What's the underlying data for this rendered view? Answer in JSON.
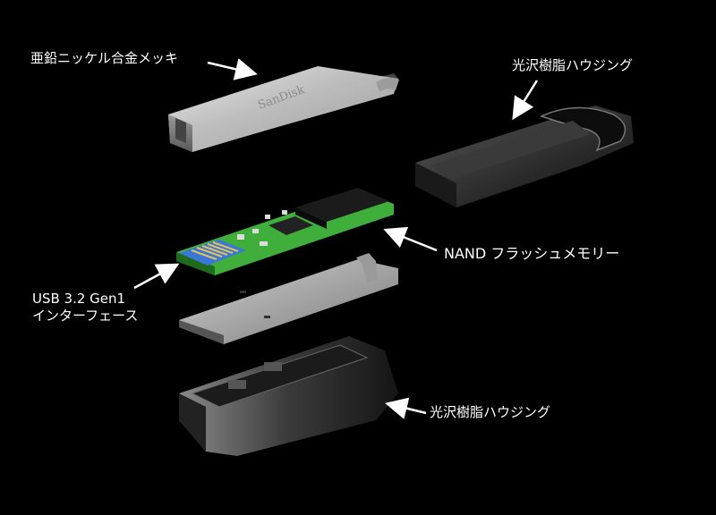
{
  "labels": {
    "zinc_plating": "亜鉛ニッケル合金メッキ",
    "housing_top": "光沢樹脂ハウジング",
    "nand": "NAND フラッシュメモリー",
    "usb_line1": "USB 3.2 Gen1",
    "usb_line2": "インターフェース",
    "housing_bottom": "光沢樹脂ハウジング"
  },
  "brand_mark": "SanDisk",
  "colors": {
    "background": "#000000",
    "text": "#ffffff",
    "pcb": "#3fae3a",
    "usb_contacts": "#3a78d8",
    "metal": "#c9c9c9",
    "housing": "#2a2a2a"
  }
}
